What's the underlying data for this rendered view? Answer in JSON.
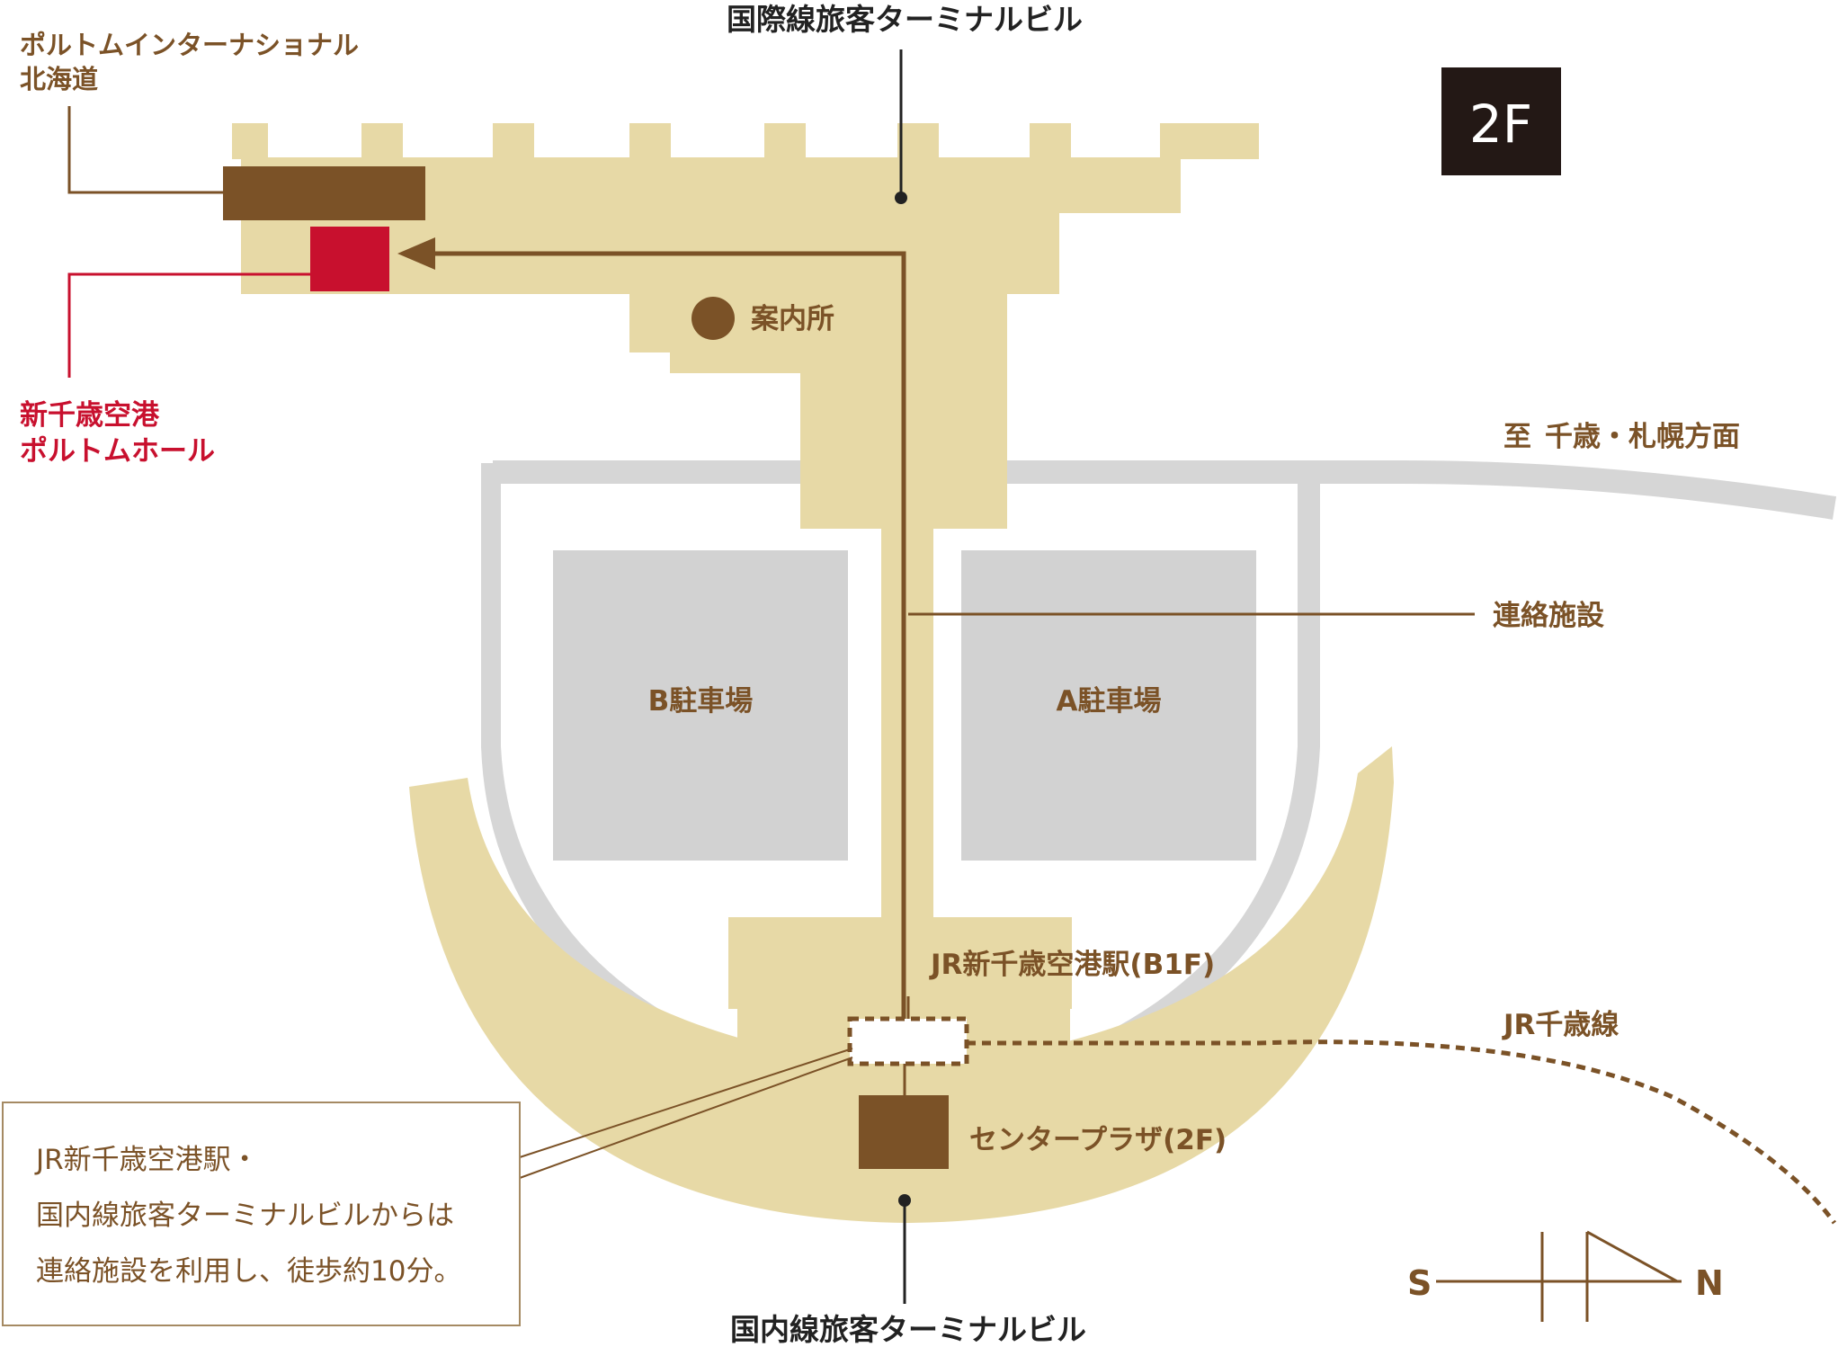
{
  "floor": {
    "label": "2F"
  },
  "terminals": {
    "international": "国際線旅客ターミナルビル",
    "domestic": "国内線旅客ターミナルビル"
  },
  "venues": {
    "hotel_line1": "ポルトムインターナショナル",
    "hotel_line2": "北海道",
    "hall_line1": "新千歳空港",
    "hall_line2": "ポルトムホール"
  },
  "facilities": {
    "info": "案内所",
    "direction_line1": "至",
    "direction_line2": "千歳・札幌方面",
    "connector": "連絡施設",
    "parking_b": "B駐車場",
    "parking_a": "A駐車場",
    "jr_station": "JR新千歳空港駅(B1F)",
    "jr_line": "JR千歳線",
    "center_plaza": "センタープラザ(2F)"
  },
  "note": {
    "line1": "JR新千歳空港駅・",
    "line2": "国内線旅客ターミナルビルからは",
    "line3": "連絡施設を利用し、徒歩約10分。"
  },
  "compass": {
    "south": "S",
    "north": "N"
  },
  "colors": {
    "building": "#e7d9a6",
    "brown": "#7b5227",
    "block": "#7b5227",
    "hall_red": "#c8102e",
    "road": "#d6d6d6",
    "parking": "#d2d2d2",
    "badge": "#231815"
  }
}
